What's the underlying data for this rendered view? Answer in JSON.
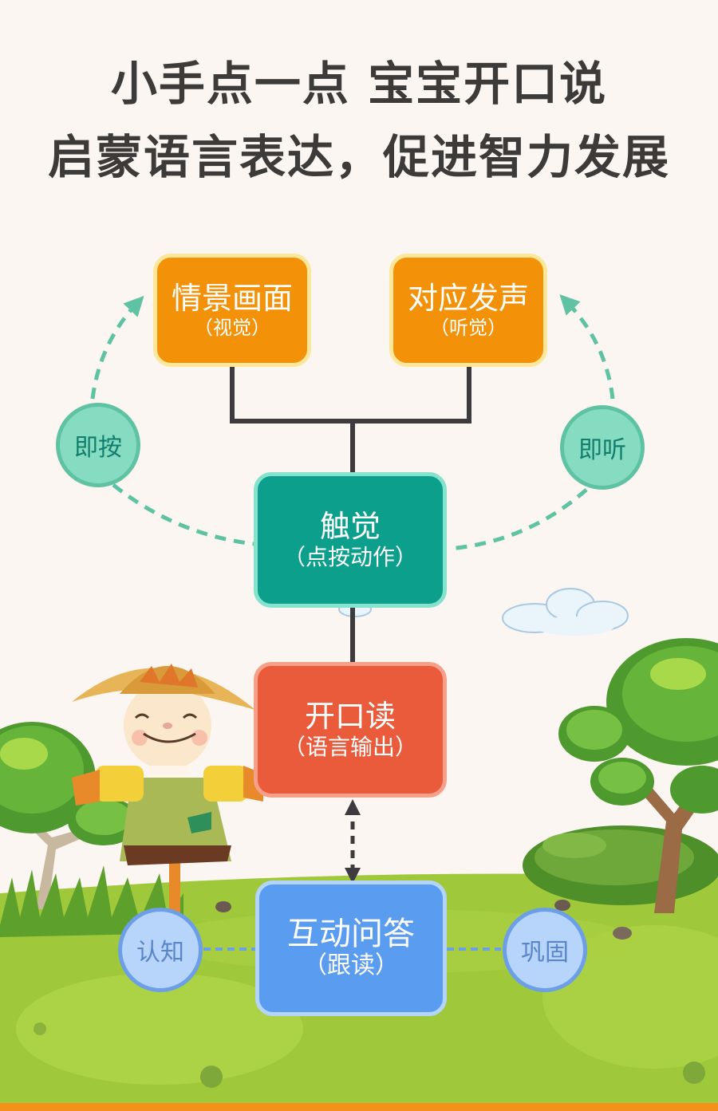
{
  "header": {
    "line1": "小手点一点 宝宝开口说",
    "line2": "启蒙语言表达，促进智力发展"
  },
  "diagram": {
    "nodes": {
      "visual": {
        "title": "情景画面",
        "subtitle": "（视觉）",
        "color": "#f39208"
      },
      "audio": {
        "title": "对应发声",
        "subtitle": "（听觉）",
        "color": "#f39208"
      },
      "touch": {
        "title": "触觉",
        "subtitle": "（点按动作）",
        "color": "#0ca08c"
      },
      "speak": {
        "title": "开口读",
        "subtitle": "（语言输出）",
        "color": "#ea5b3b"
      },
      "qa": {
        "title": "互动问答",
        "subtitle": "（跟读）",
        "color": "#5a9cf0"
      }
    },
    "circles": {
      "press": "即按",
      "listen": "即听",
      "cognize": "认知",
      "consolidate": "巩固"
    },
    "colors": {
      "connector": "#3d3b3e",
      "dashed_green": "#5fc3a3",
      "dashed_blue": "#6c9fe6",
      "ground": "#9fc93a",
      "bottom_strip": "#f5911b"
    }
  },
  "illustration": {
    "elements": [
      "scarecrow",
      "tree-left",
      "tree-right",
      "bush-right",
      "cloud",
      "grass-hill"
    ]
  }
}
